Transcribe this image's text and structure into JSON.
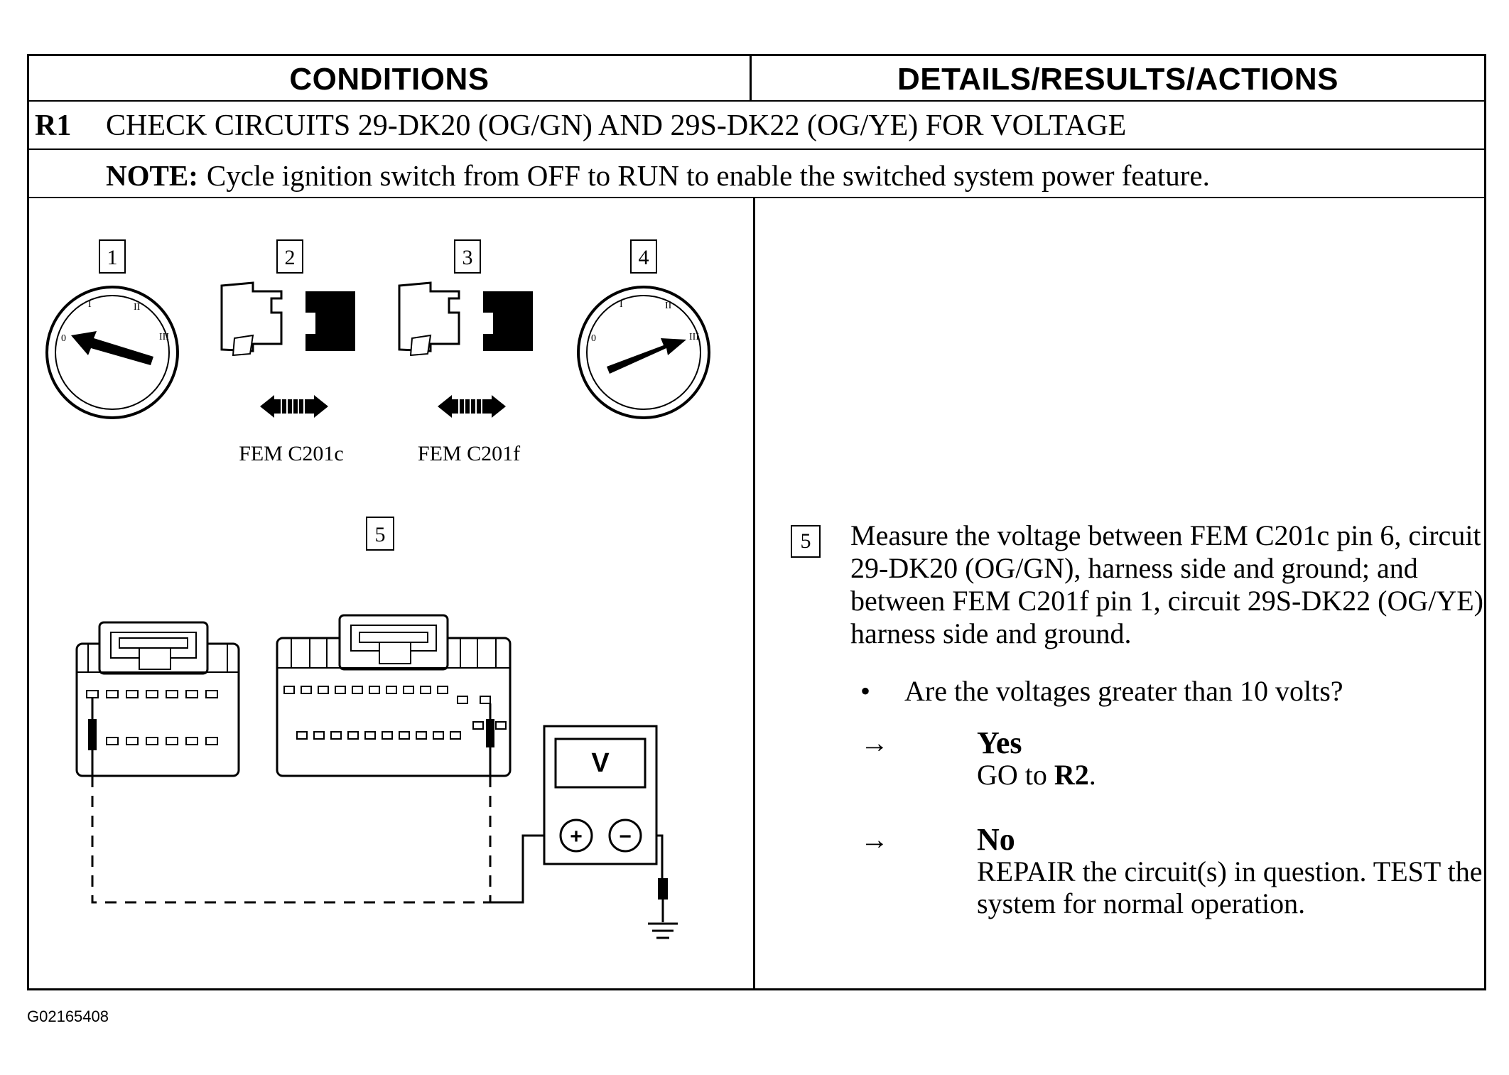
{
  "header": {
    "conditions": "CONDITIONS",
    "details": "DETAILS/RESULTS/ACTIONS"
  },
  "step": {
    "id": "R1",
    "title": "CHECK CIRCUITS 29-DK20 (OG/GN) AND 29S-DK22 (OG/YE) FOR VOLTAGE"
  },
  "note": {
    "label": "NOTE:",
    "text": "Cycle ignition switch from OFF to RUN to enable the switched system power feature."
  },
  "diagram": {
    "callouts": [
      "1",
      "2",
      "3",
      "4",
      "5"
    ],
    "connector_labels": [
      "FEM C201c",
      "FEM C201f"
    ],
    "ignition_marks": [
      "0",
      "I",
      "II",
      "III"
    ],
    "meter_label": "V",
    "plus": "+",
    "minus": "−"
  },
  "details": {
    "callout": "5",
    "measure": "Measure the voltage between FEM C201c pin 6, circuit 29-DK20 (OG/GN), harness side and ground; and between FEM C201f pin 1, circuit 29S-DK22 (OG/YE) harness side and ground.",
    "bullet": "•",
    "question": "Are the voltages greater than 10 volts?",
    "answers": [
      {
        "arrow": "→",
        "label": "Yes",
        "action_prefix": "GO to ",
        "action_bold": "R2",
        "action_suffix": "."
      },
      {
        "arrow": "→",
        "label": "No",
        "action": "REPAIR the circuit(s) in question. TEST the system for normal operation."
      }
    ]
  },
  "figure_id": "G02165408"
}
